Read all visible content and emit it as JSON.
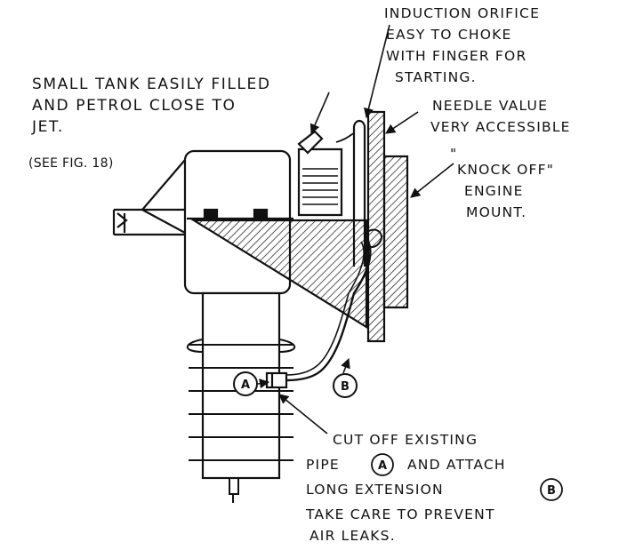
{
  "labels": {
    "induction": [
      "INDUCTION ORIFICE",
      "EASY TO CHOKE",
      "WITH FINGER FOR",
      "STARTING."
    ],
    "tank": [
      "SMALL TANK EASILY FILLED",
      "AND PETROL CLOSE TO",
      "JET."
    ],
    "see_fig": "(SEE FIG. 18)",
    "needle": [
      "NEEDLE VALUE",
      "VERY ACCESSIBLE"
    ],
    "mount": [
      "\"",
      "KNOCK OFF\"",
      "ENGINE",
      "MOUNT."
    ],
    "cut_off": {
      "line1": "CUT OFF EXISTING",
      "line2_pre": "PIPE",
      "line2_post": "AND ATTACH",
      "line3_pre": "LONG EXTENSION",
      "line4": "TAKE CARE TO PREVENT",
      "line5": "AIR LEAKS."
    },
    "marker_a": "A",
    "marker_b": "B"
  }
}
